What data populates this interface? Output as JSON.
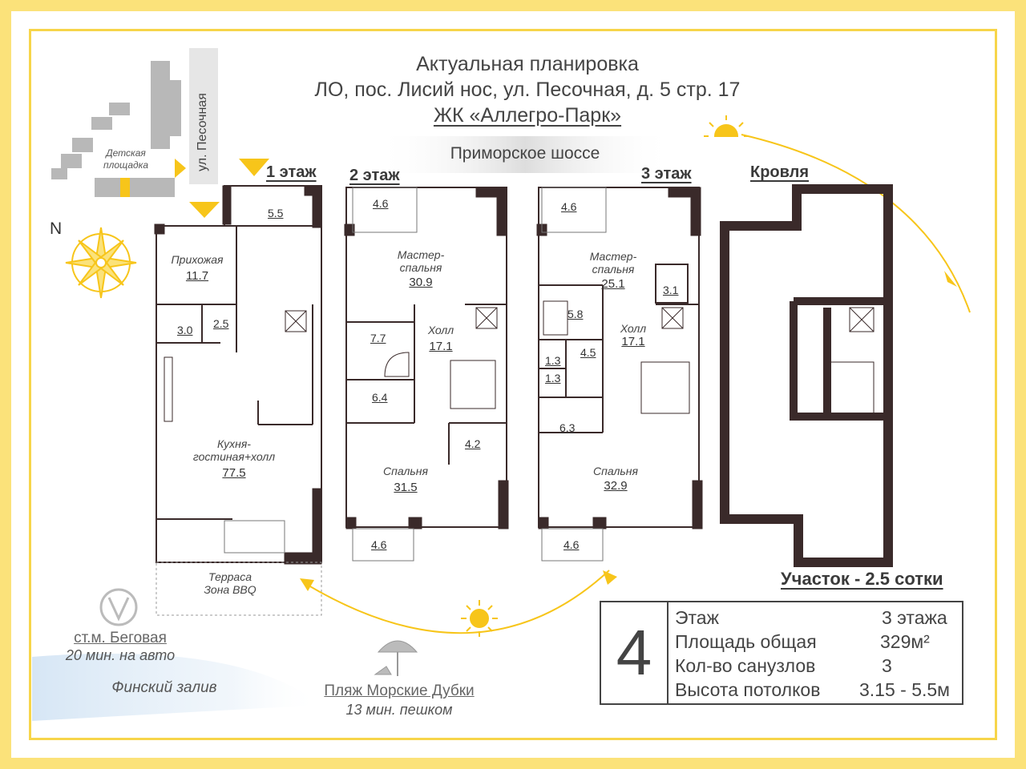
{
  "header": {
    "line1": "Актуальная планировка",
    "line2": "ЛО, пос. Лисий нос, ул. Песочная, д. 5 стр. 17",
    "line3": "ЖК «Аллегро-Парк»"
  },
  "map": {
    "street_vertical": "ул. Песочная",
    "street_top": "Приморское шоссе",
    "playground": "Детская площадка",
    "north": "N"
  },
  "floors": {
    "f1": {
      "label": "1 этаж",
      "hall_name": "Прихожая",
      "hall_area": "11.7",
      "wc_area": "3.0",
      "closet_area": "2.5",
      "top_area": "5.5",
      "kitchen_name": "Кухня-гостиная+холл",
      "kitchen_area": "77.5",
      "terrace": "Терраса Зона BBQ"
    },
    "f2": {
      "label": "2 этаж",
      "balcony_top": "4.6",
      "master_name": "Мастер-спальня",
      "master_area": "30.9",
      "bath_area": "7.7",
      "hall_name": "Холл",
      "hall_area": "17.1",
      "closet_area": "6.4",
      "small_area": "4.2",
      "bedroom_name": "Спальня",
      "bedroom_area": "31.5",
      "balcony_bottom": "4.6"
    },
    "f3": {
      "label": "3 этаж",
      "balcony_top": "4.6",
      "master_name": "Мастер-спальня",
      "master_area": "25.1",
      "room_a": "3.1",
      "bath_area": "5.8",
      "wc1": "1.3",
      "wc2": "1.3",
      "laundry": "4.5",
      "hall_name": "Холл",
      "hall_area": "17.1",
      "closet_area": "6.3",
      "bedroom_name": "Спальня",
      "bedroom_area": "32.9",
      "balcony_bottom": "4.6"
    },
    "roof": {
      "label": "Кровля"
    }
  },
  "plot": {
    "label": "Участок - 2.5 сотки"
  },
  "info": {
    "number": "4",
    "rows": [
      {
        "label": "Этаж",
        "value": "3 этажа"
      },
      {
        "label": "Площадь общая",
        "value": "329м²"
      },
      {
        "label": "Кол-во санузлов",
        "value": "3"
      },
      {
        "label": "Высота потолков",
        "value": "3.15 - 5.5м"
      }
    ]
  },
  "locations": {
    "metro_name": "ст.м. Беговая",
    "metro_time": "20 мин. на авто",
    "gulf": "Финский залив",
    "beach_name": "Пляж Морские Дубки",
    "beach_time": "13 мин. пешком"
  },
  "colors": {
    "frame": "#fbe27a",
    "wall": "#3a2a2a",
    "accent": "#f7c51a"
  }
}
